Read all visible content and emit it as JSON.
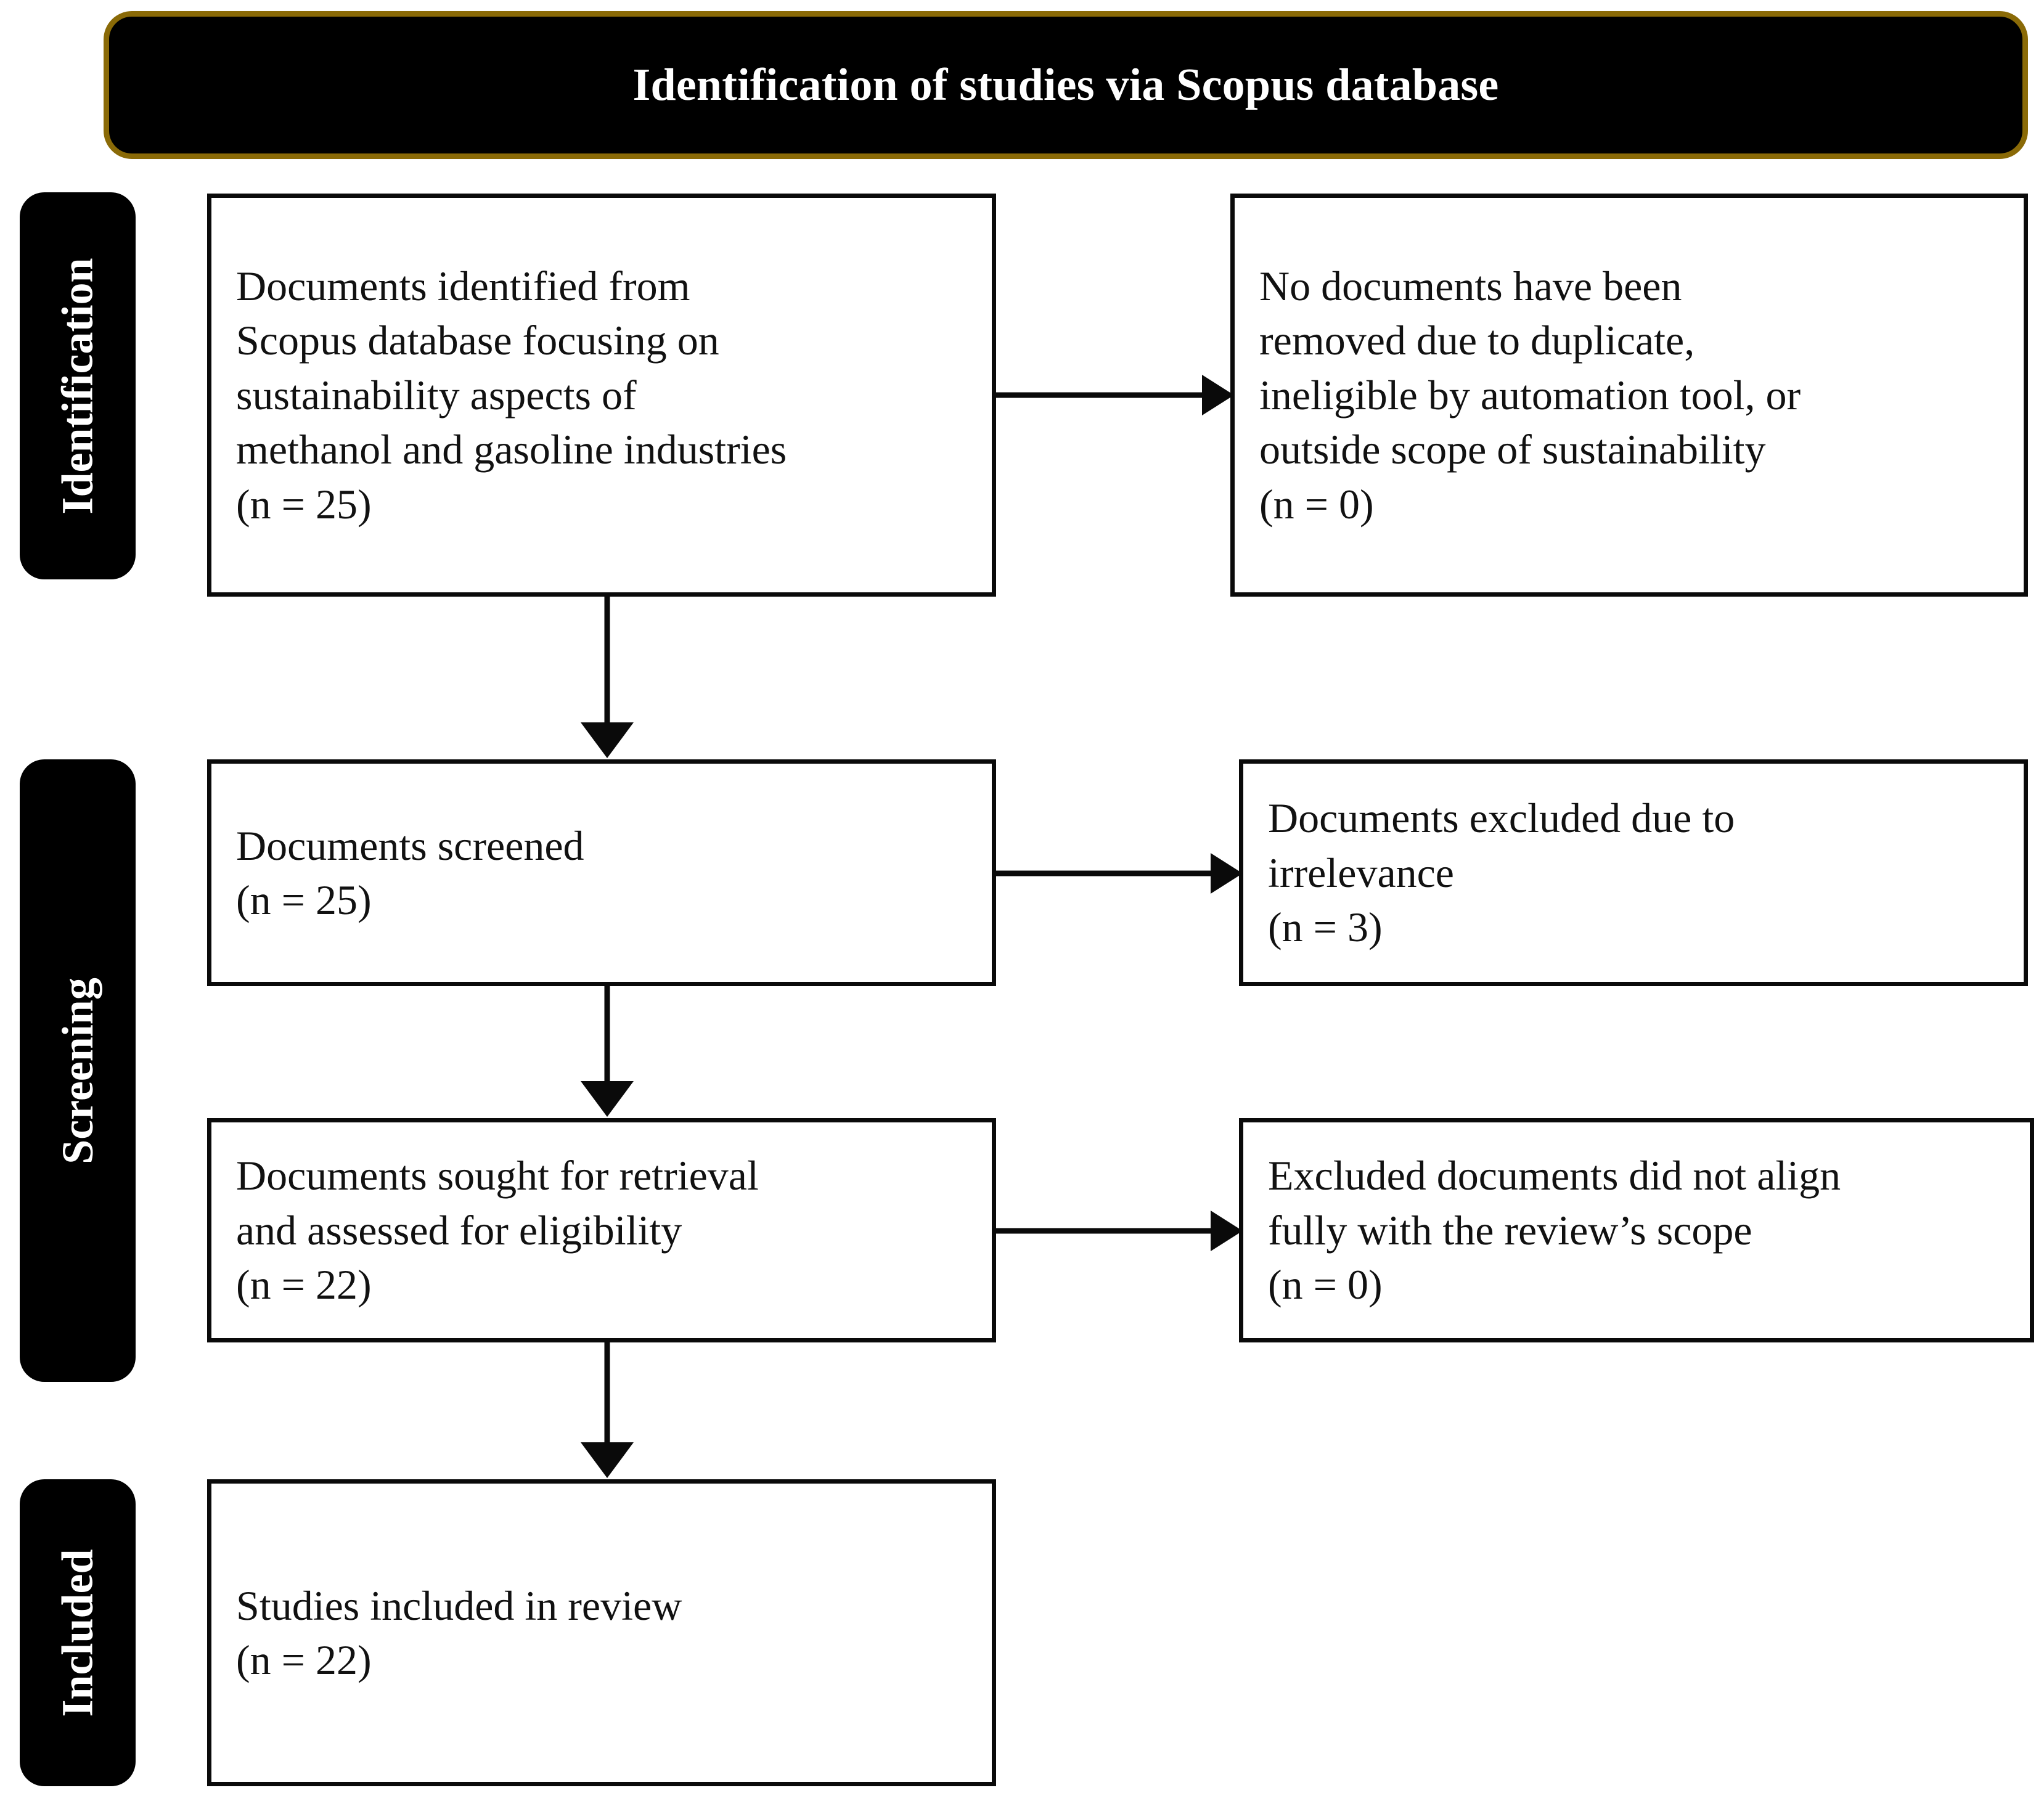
{
  "header": {
    "title": "Identification of studies via Scopus database",
    "background_color": "#000000",
    "border_color": "#8a6a07",
    "text_color": "#ffffff"
  },
  "stages": [
    {
      "id": "identification",
      "label": "Identification"
    },
    {
      "id": "screening",
      "label": "Screening"
    },
    {
      "id": "included",
      "label": "Included"
    }
  ],
  "boxes": {
    "identified": {
      "text": "Documents identified from\nScopus database focusing on\nsustainability aspects of\nmethanol and gasoline industries\n(n = 25)",
      "count_label": "(n = 25)",
      "count": 25
    },
    "removed": {
      "text": "No documents have been\nremoved due to duplicate,\nineligible by automation tool, or\noutside scope of sustainability\n(n = 0)",
      "count_label": "(n = 0)",
      "count": 0
    },
    "screened": {
      "text": "Documents screened\n(n = 25)",
      "count_label": "(n = 25)",
      "count": 25
    },
    "excluded_irrelevance": {
      "text": "Documents excluded due to\nirrelevance\n(n = 3)",
      "count_label": "(n = 3)",
      "count": 3
    },
    "sought": {
      "text": "Documents sought for retrieval\nand assessed for eligibility\n(n = 22)",
      "count_label": "(n = 22)",
      "count": 22
    },
    "excluded_scope": {
      "text": "Excluded documents did not align\nfully with the review’s scope\n(n = 0)",
      "count_label": "(n = 0)",
      "count": 0
    },
    "included": {
      "text": "Studies included in review\n(n = 22)",
      "count_label": "(n = 22)",
      "count": 22
    }
  },
  "chart_data": {
    "type": "diagram",
    "title": "Identification of studies via Scopus database",
    "diagram_kind": "PRISMA flow diagram",
    "nodes": [
      {
        "id": "identified",
        "stage": "Identification",
        "column": "left",
        "label": "Documents identified from Scopus database focusing on sustainability aspects of methanol and gasoline industries",
        "n": 25
      },
      {
        "id": "removed",
        "stage": "Identification",
        "column": "right",
        "label": "No documents have been removed due to duplicate, ineligible by automation tool, or outside scope of sustainability",
        "n": 0
      },
      {
        "id": "screened",
        "stage": "Screening",
        "column": "left",
        "label": "Documents screened",
        "n": 25
      },
      {
        "id": "excluded_irrelevance",
        "stage": "Screening",
        "column": "right",
        "label": "Documents excluded due to irrelevance",
        "n": 3
      },
      {
        "id": "sought",
        "stage": "Screening",
        "column": "left",
        "label": "Documents sought for retrieval and assessed for eligibility",
        "n": 22
      },
      {
        "id": "excluded_scope",
        "stage": "Screening",
        "column": "right",
        "label": "Excluded documents did not align fully with the review’s scope",
        "n": 0
      },
      {
        "id": "included",
        "stage": "Included",
        "column": "left",
        "label": "Studies included in review",
        "n": 22
      }
    ],
    "edges": [
      {
        "from": "identified",
        "to": "removed",
        "direction": "right"
      },
      {
        "from": "identified",
        "to": "screened",
        "direction": "down"
      },
      {
        "from": "screened",
        "to": "excluded_irrelevance",
        "direction": "right"
      },
      {
        "from": "screened",
        "to": "sought",
        "direction": "down"
      },
      {
        "from": "sought",
        "to": "excluded_scope",
        "direction": "right"
      },
      {
        "from": "sought",
        "to": "included",
        "direction": "down"
      }
    ],
    "colors": {
      "box_border": "#0a0a0a",
      "box_fill": "#ffffff",
      "banner_fill": "#000000",
      "banner_border": "#8a6a07",
      "arrow": "#0a0a0a"
    }
  }
}
